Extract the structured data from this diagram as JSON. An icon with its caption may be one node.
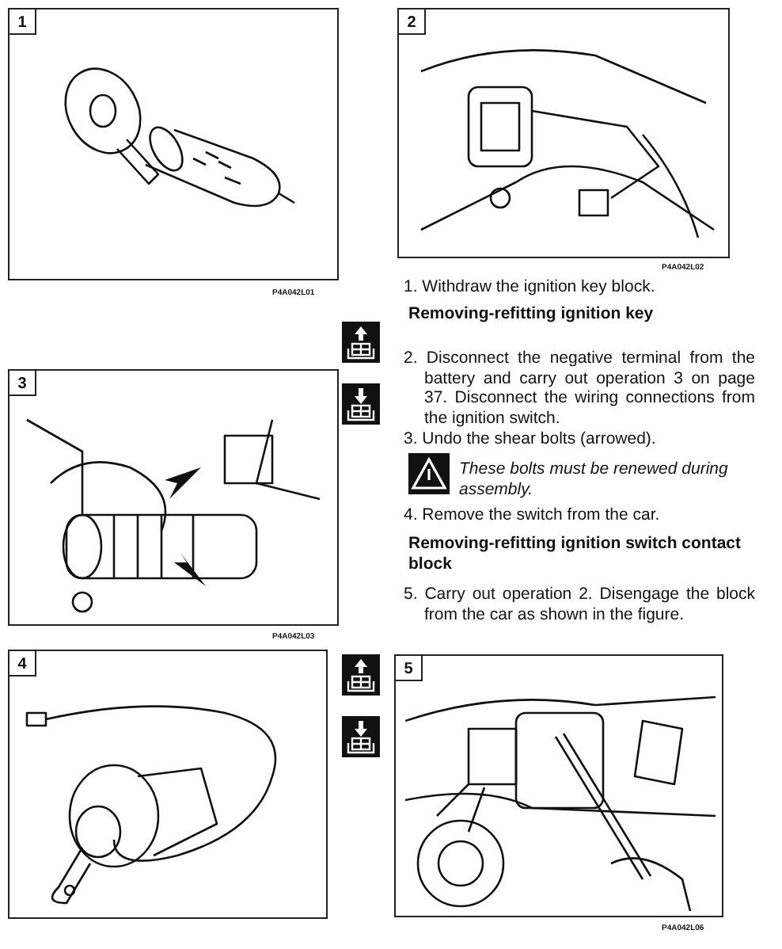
{
  "diagram": {
    "labels": [
      "1",
      "P4A042L01",
      "2",
      "P4A042L02",
      "1. Withdraw the ignition key block.",
      "Removing-refitting ignition key",
      "3",
      "2. Disconnect the negative terminal from the battery and carry out operation 3 on page 37. Disconnect the wiring connections from the ignition switch.",
      "3. Undo the shear bolts (arrowed).",
      "These bolts must be renewed during assembly.",
      "4. Remove the switch from the car.",
      "Removing-refitting ignition switch contact block",
      "P4A042L03",
      "5. Carry out operation 2. Disengage the block from the car as shown in the figure.",
      "4",
      "5",
      "P4A042L06"
    ]
  }
}
